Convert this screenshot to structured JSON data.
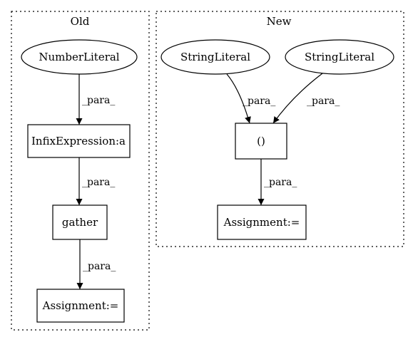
{
  "clusters": {
    "old": {
      "title": "Old"
    },
    "new": {
      "title": "New"
    }
  },
  "nodes": {
    "old_number_literal": "NumberLiteral",
    "old_infix_expression": "InfixExpression:a",
    "old_gather": "gather",
    "old_assignment": "Assignment:=",
    "new_string_literal_1": "StringLiteral",
    "new_string_literal_2": "StringLiteral",
    "new_paren": "()",
    "new_assignment": "Assignment:="
  },
  "edges": {
    "old_e1": "_para_",
    "old_e2": "_para_",
    "old_e3": "_para_",
    "new_e1": "_para_",
    "new_e2": "_para_",
    "new_e3": "_para_"
  }
}
